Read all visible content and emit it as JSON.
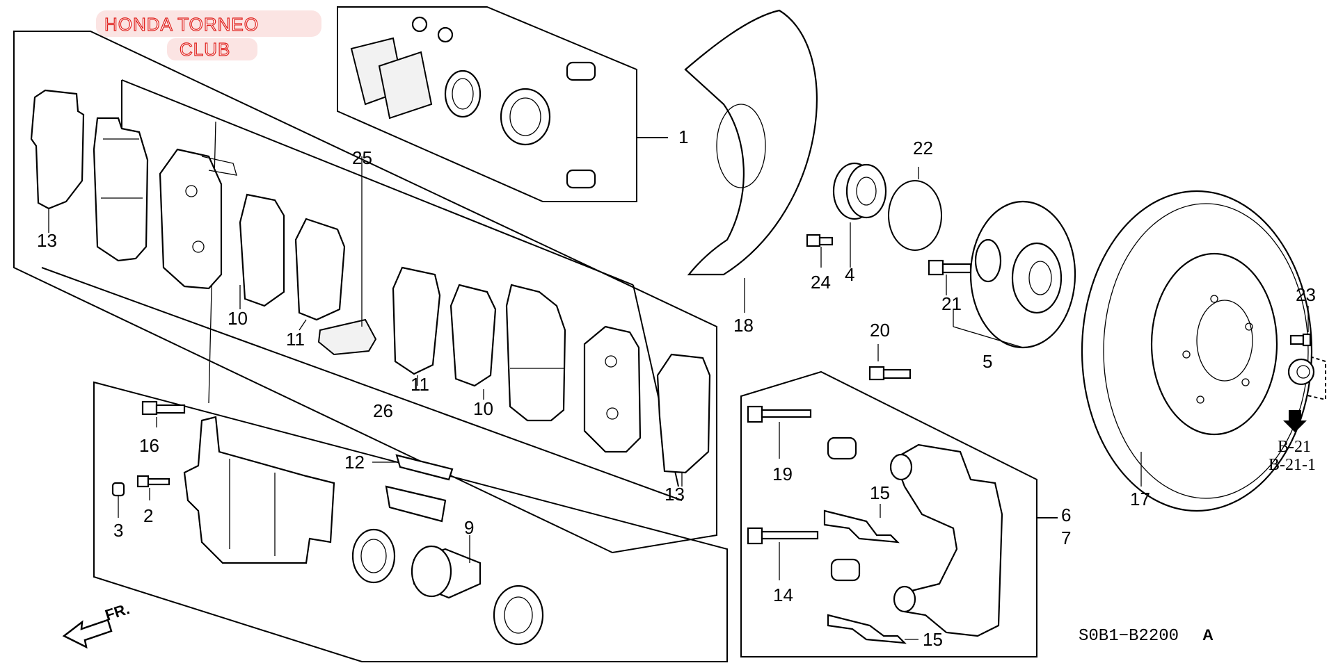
{
  "watermark": {
    "line1": "HONDA TORNEO",
    "line2": "CLUB",
    "color": "#e0201c"
  },
  "diagram_code": "S0B1−B2200",
  "diagram_code_suffix": "A",
  "direction": {
    "label": "FR.",
    "icon": "arrow-left-icon"
  },
  "reference": {
    "line1": "B-21",
    "line2": "B-21-1",
    "icon": "arrow-down-icon"
  },
  "callouts": {
    "c1": "1",
    "c2": "2",
    "c3": "3",
    "c4": "4",
    "c5": "5",
    "c6": "6",
    "c7": "7",
    "c9": "9",
    "c10a": "10",
    "c10b": "10",
    "c11a": "11",
    "c11b": "11",
    "c12": "12",
    "c13a": "13",
    "c13b": "13",
    "c14": "14",
    "c15a": "15",
    "c15b": "15",
    "c16": "16",
    "c17": "17",
    "c18": "18",
    "c19": "19",
    "c20": "20",
    "c21": "21",
    "c22": "22",
    "c23": "23",
    "c24": "24",
    "c25": "25",
    "c26": "26"
  }
}
